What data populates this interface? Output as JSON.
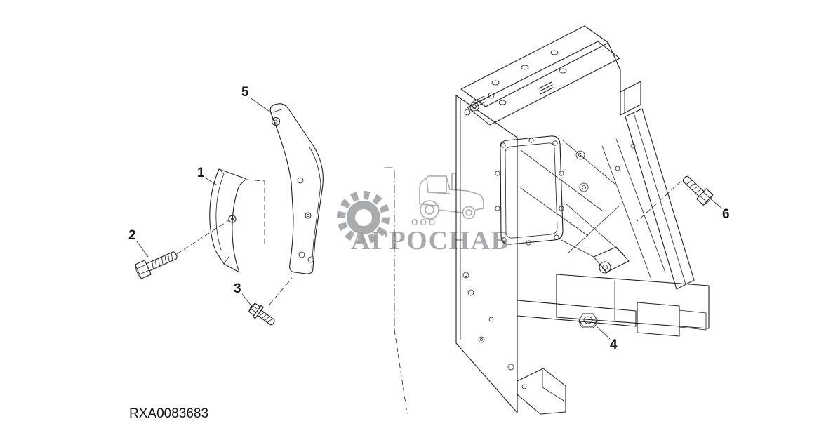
{
  "diagram": {
    "drawing_id": "RXA0083683",
    "callouts": {
      "1": "1",
      "2": "2",
      "3": "3",
      "4": "4",
      "5": "5",
      "6": "6"
    }
  },
  "watermark": {
    "org_form": "ooo",
    "name": "АГРОСНАБ",
    "icons": [
      "gear-icon",
      "tractor-icon"
    ]
  },
  "colors": {
    "line": "#1f1f1f",
    "callout_text": "#141414",
    "watermark_gray": "#9b9ea2",
    "watermark_text": "#8f9296",
    "background": "#ffffff"
  }
}
